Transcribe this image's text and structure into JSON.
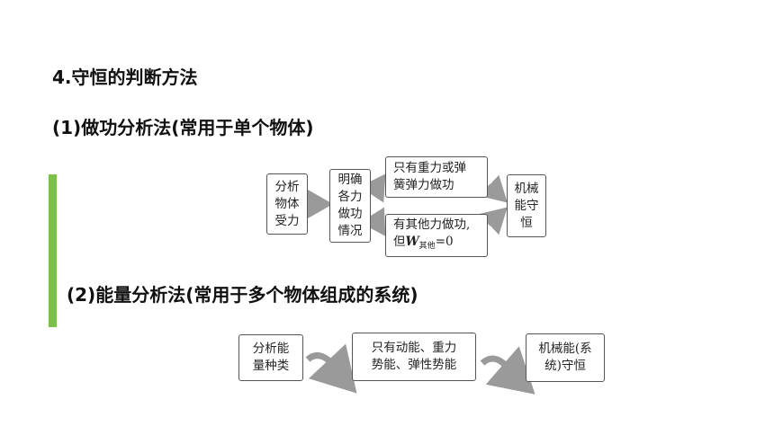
{
  "heading": "4.守恒的判断方法",
  "method1": {
    "title": "(1)做功分析法(常用于单个物体)",
    "box_analyze": [
      "分析",
      "物体",
      "受力"
    ],
    "box_clarify": [
      "明确",
      "各力",
      "做功",
      "情况"
    ],
    "box_case1": [
      "只有重力或弹",
      "簧弹力做功"
    ],
    "box_case2_line1": "有其他力做功,",
    "box_case2_prefix": "但",
    "box_case2_var": "W",
    "box_case2_sub": "其他",
    "box_case2_suffix": "=0",
    "box_result": [
      "机械",
      "能守",
      "恒"
    ]
  },
  "method2": {
    "title": "(2)能量分析法(常用于多个物体组成的系统)",
    "box_analyze": [
      "分析能",
      "量种类"
    ],
    "box_condition": [
      "只有动能、重力",
      "势能、弹性势能"
    ],
    "box_result": [
      "机械能(系",
      "统)守恒"
    ]
  },
  "colors": {
    "accent": "#7cbf4a",
    "arrow": "#9a9a9a"
  }
}
